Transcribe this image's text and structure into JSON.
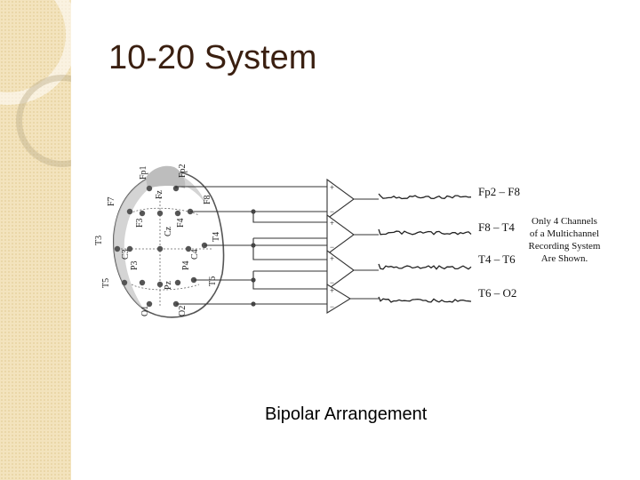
{
  "slide": {
    "title": "10-20 System",
    "caption": "Bipolar Arrangement"
  },
  "diagram": {
    "electrodes": {
      "fp1": "Fp1",
      "fp2": "Fp2",
      "f7": "F7",
      "f3": "F3",
      "fz": "Fz",
      "f4": "F4",
      "f8": "F8",
      "t3": "T3",
      "c3": "C3",
      "cz": "Cz",
      "c4": "C4",
      "t4": "T4",
      "t5": "T5",
      "p3": "P3",
      "pz": "Pz",
      "p4": "P4",
      "t6": "T6",
      "o1": "O1",
      "o2": "O2"
    },
    "channels": [
      {
        "label": "Fp2 – F8"
      },
      {
        "label": "F8 – T4"
      },
      {
        "label": "T4 – T6"
      },
      {
        "label": "T6 – O2"
      }
    ],
    "amp_plus": "+",
    "amp_minus": "−",
    "note": [
      "Only 4 Channels",
      "of a Multichannel",
      "Recording System",
      "Are Shown."
    ]
  },
  "colors": {
    "sidebar": "#f3e3bd",
    "title": "#3a1f10",
    "line": "#333333"
  }
}
